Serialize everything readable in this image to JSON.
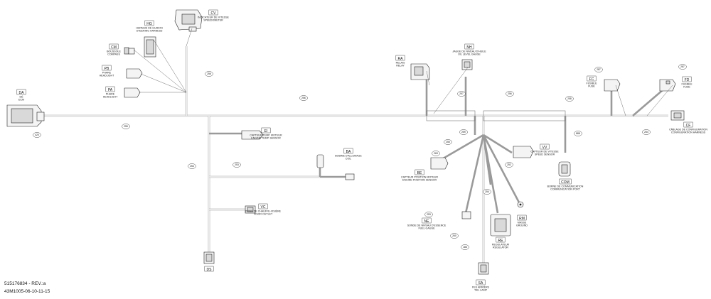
{
  "components": [
    {
      "id": "DA",
      "labels": [
        "DÉ",
        "ECM"
      ]
    },
    {
      "id": "HG",
      "labels": [
        "HARNAIS DE GUIDON",
        "STEERING HARNESS"
      ]
    },
    {
      "id": "CV",
      "labels": [
        "INDICATEUR DE VITESSE",
        "SPEEDOMETER"
      ]
    },
    {
      "id": "CM",
      "labels": [
        "BOUSSOLE",
        "COMPASS"
      ]
    },
    {
      "id": "PB",
      "labels": [
        "PHARE",
        "HEADLIGHT"
      ]
    },
    {
      "id": "PA",
      "labels": [
        "PHARE",
        "HEADLIGHT"
      ]
    },
    {
      "id": "RA",
      "labels": [
        "RELAIS",
        "RELAY"
      ]
    },
    {
      "id": "NH",
      "labels": [
        "JAUGE DE NIVEAU D'HUILE",
        "OIL LEVEL GAUGE"
      ]
    },
    {
      "id": "FC",
      "labels": [
        "FUSIBLE",
        "FUSE"
      ]
    },
    {
      "id": "FD",
      "labels": [
        "FUSIBLE",
        "FUSE"
      ]
    },
    {
      "id": "CF",
      "labels": [
        "CÂBLAGE DE CONFIGURATION",
        "CONFIGURATION HARNESS"
      ]
    },
    {
      "id": "EI",
      "labels": [
        "CAPTEUR TEMP. MOTEUR",
        "ENGINE TEMP. SENSOR"
      ]
    },
    {
      "id": "BA",
      "labels": [
        "BOBINE D'ALLUMAGE",
        "COIL"
      ]
    },
    {
      "id": "VC",
      "labels": [
        "PRISE DE CHAUFFE-VISIÈRE",
        "VISOR OUTLET"
      ]
    },
    {
      "id": "DS",
      "labels": [
        "",
        ""
      ]
    },
    {
      "id": "BE",
      "labels": [
        "CAPTEUR POSITION MOTEUR",
        "ENGINE POSITION SENSOR"
      ]
    },
    {
      "id": "VV",
      "labels": [
        "CAPTEUR DE VITESSE",
        "SPEED SENSOR"
      ]
    },
    {
      "id": "COM",
      "labels": [
        "BORNE DE COMMUNICATION",
        "COMMUNICATION PORT"
      ]
    },
    {
      "id": "RM",
      "labels": [
        "MASSE",
        "GROUND"
      ]
    },
    {
      "id": "NE",
      "labels": [
        "SONDE DE NIVEAU D'ESSENCE",
        "FUEL GAUGE"
      ]
    },
    {
      "id": "RE",
      "labels": [
        "REGULATEUR",
        "REGULATOR"
      ]
    },
    {
      "id": "SA",
      "labels": [
        "FEU ARRIÈRE",
        "TAIL LAMP"
      ]
    }
  ],
  "bubbles": [
    {
      "key": "b420",
      "text": "420"
    },
    {
      "key": "b255",
      "text": "255"
    },
    {
      "key": "b256a",
      "text": "256"
    },
    {
      "key": "b256b",
      "text": "256"
    },
    {
      "key": "b257",
      "text": "257"
    },
    {
      "key": "b256c",
      "text": "256"
    },
    {
      "key": "b258",
      "text": "258"
    },
    {
      "key": "b254a",
      "text": "254"
    },
    {
      "key": "b253a",
      "text": "253"
    },
    {
      "key": "b259",
      "text": "259"
    },
    {
      "key": "b255b",
      "text": "255"
    },
    {
      "key": "b263",
      "text": "263"
    },
    {
      "key": "b252",
      "text": "252"
    },
    {
      "key": "b253b",
      "text": "253"
    },
    {
      "key": "b254b",
      "text": "254"
    },
    {
      "key": "b260",
      "text": "260"
    },
    {
      "key": "b186",
      "text": "186"
    },
    {
      "key": "b888",
      "text": "888"
    },
    {
      "key": "b287a",
      "text": "287"
    },
    {
      "key": "b287b",
      "text": "287"
    },
    {
      "key": "b254c",
      "text": "254"
    }
  ],
  "footer": {
    "line1": "515176834 - REV.:a",
    "line2": "43M1005-06-10-11-15"
  }
}
